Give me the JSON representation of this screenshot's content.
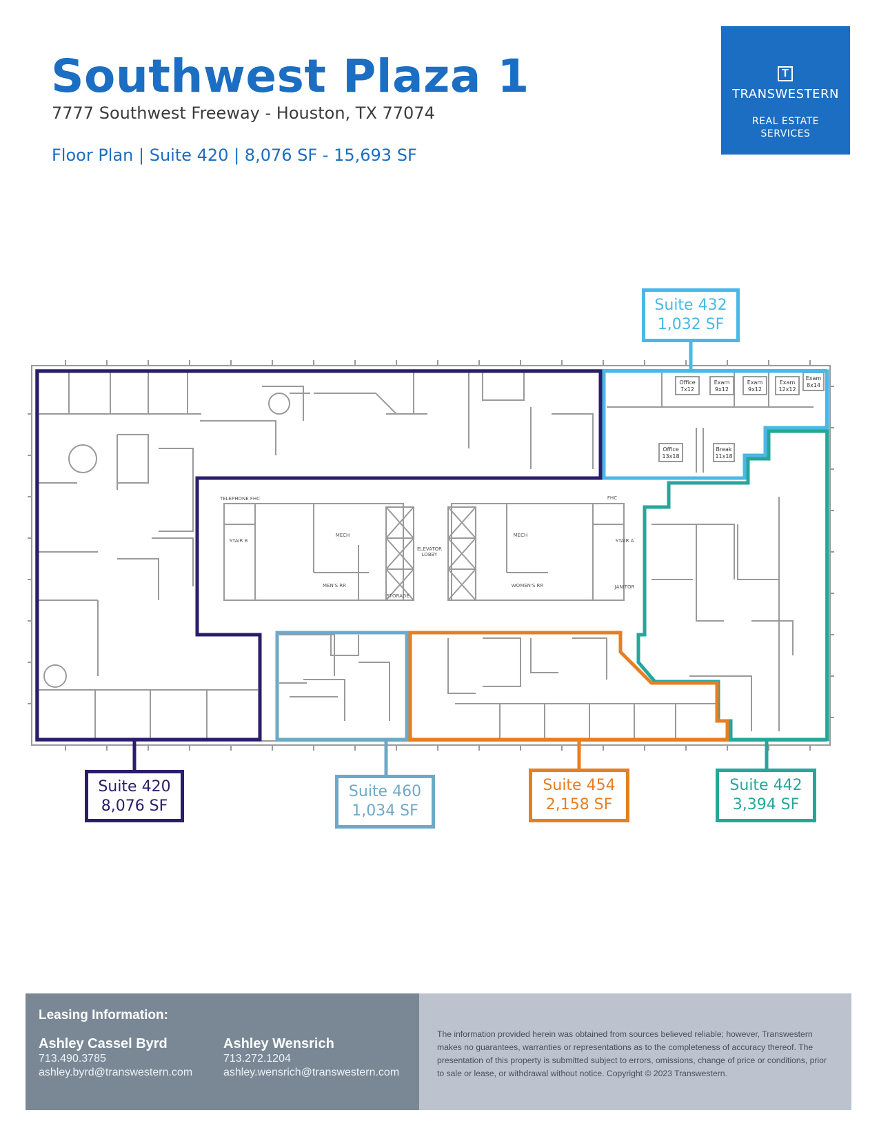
{
  "header": {
    "title": "Southwest Plaza 1",
    "address": "7777 Southwest Freeway - Houston, TX 77074",
    "subtitle": "Floor Plan | Suite 420 |  8,076 SF - 15,693 SF"
  },
  "logo": {
    "name": "TRANSWESTERN",
    "tag_line1": "REAL ESTATE",
    "tag_line2": "SERVICES"
  },
  "suites": [
    {
      "name": "Suite 432",
      "area": "1,032 SF",
      "color": "#4ab8e6"
    },
    {
      "name": "Suite 420",
      "area": "8,076 SF",
      "color": "#2b1d6a"
    },
    {
      "name": "Suite 460",
      "area": "1,034 SF",
      "color": "#6fa8c7"
    },
    {
      "name": "Suite 454",
      "area": "2,158 SF",
      "color": "#e67e22"
    },
    {
      "name": "Suite 442",
      "area": "3,394 SF",
      "color": "#26a69a"
    }
  ],
  "plan_labels": {
    "elevator_lobby_1": "ELEVATOR",
    "elevator_lobby_2": "LOBBY",
    "mech_left": "MECH",
    "mech_right": "MECH",
    "stair_b": "STAIR B",
    "stair_a": "STAIR A",
    "mens_rr": "MEN'S RR",
    "womens_rr": "WOMEN'S RR",
    "storage": "STORAGE",
    "janitor": "JANITOR",
    "telephone": "TELEPHONE  FHC",
    "fhc": "FHC",
    "rooms": [
      {
        "line1": "Office",
        "line2": "7x12"
      },
      {
        "line1": "Exam",
        "line2": "9x12"
      },
      {
        "line1": "Exam",
        "line2": "9x12"
      },
      {
        "line1": "Exam",
        "line2": "12x12"
      },
      {
        "line1": "Exam",
        "line2": "8x14"
      },
      {
        "line1": "Office",
        "line2": "13x18"
      },
      {
        "line1": "Break",
        "line2": "11x18"
      }
    ]
  },
  "footer": {
    "leasing_heading": "Leasing Information:",
    "contacts": [
      {
        "name": "Ashley Cassel Byrd",
        "phone": "713.490.3785",
        "email": "ashley.byrd@transwestern.com"
      },
      {
        "name": "Ashley Wensrich",
        "phone": "713.272.1204",
        "email": "ashley.wensrich@transwestern.com"
      }
    ],
    "disclaimer": "The information provided herein was obtained from sources believed reliable; however, Transwestern makes no guarantees, warranties or representations as to the completeness of accuracy thereof. The presentation of this property is submitted subject to errors, omissions, change of price or conditions, prior to sale or lease, or withdrawal without notice. Copyright © 2023 Transwestern."
  }
}
